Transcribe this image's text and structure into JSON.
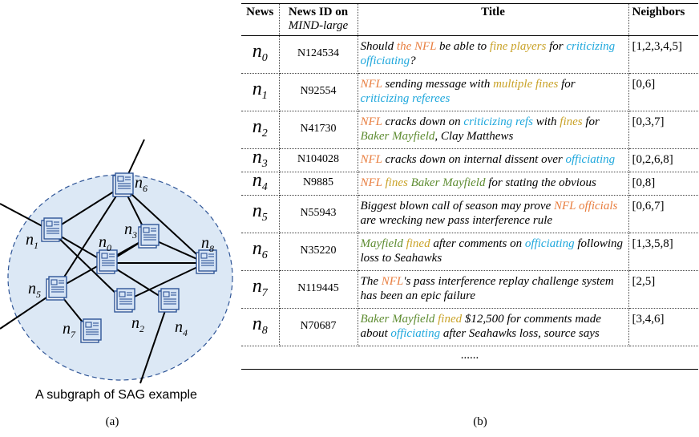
{
  "figure_a": {
    "caption": "A subgraph of SAG example",
    "panel_label": "(a)",
    "nodes": [
      {
        "id": "n6",
        "letter": "n",
        "sub": "6"
      },
      {
        "id": "n1",
        "letter": "n",
        "sub": "1"
      },
      {
        "id": "n3",
        "letter": "n",
        "sub": "3"
      },
      {
        "id": "n0",
        "letter": "n",
        "sub": "0"
      },
      {
        "id": "n8",
        "letter": "n",
        "sub": "8"
      },
      {
        "id": "n5",
        "letter": "n",
        "sub": "5"
      },
      {
        "id": "n2",
        "letter": "n",
        "sub": "2"
      },
      {
        "id": "n4",
        "letter": "n",
        "sub": "4"
      },
      {
        "id": "n7",
        "letter": "n",
        "sub": "7"
      }
    ],
    "edges": [
      [
        "n6",
        "n1"
      ],
      [
        "n6",
        "n3"
      ],
      [
        "n6",
        "n8"
      ],
      [
        "n6",
        "n5"
      ],
      [
        "n1",
        "n0"
      ],
      [
        "n1",
        "n2"
      ],
      [
        "n3",
        "n0"
      ],
      [
        "n3",
        "n8"
      ],
      [
        "n3",
        "n5"
      ],
      [
        "n0",
        "n8"
      ],
      [
        "n0",
        "n4"
      ],
      [
        "n8",
        "n2"
      ],
      [
        "n5",
        "n7"
      ]
    ]
  },
  "figure_b": {
    "panel_label": "(b)",
    "headers": {
      "news": "News",
      "news_id": "News ID on",
      "news_id_sub": "MIND-large",
      "title": "Title",
      "neighbors": "Neighbors"
    },
    "rows": [
      {
        "letter": "n",
        "sub": "0",
        "id": "N124534",
        "neighbors": "[1,2,3,4,5]",
        "title": [
          {
            "t": "Should "
          },
          {
            "t": "the NFL",
            "c": "or"
          },
          {
            "t": " be able to "
          },
          {
            "t": "fine players",
            "c": "ye"
          },
          {
            "t": " for "
          },
          {
            "t": "criticizing officiating",
            "c": "cy"
          },
          {
            "t": "?"
          }
        ]
      },
      {
        "letter": "n",
        "sub": "1",
        "id": "N92554",
        "neighbors": "[0,6]",
        "title": [
          {
            "t": "NFL",
            "c": "or"
          },
          {
            "t": " sending message with "
          },
          {
            "t": "multiple fines",
            "c": "ye"
          },
          {
            "t": " for "
          },
          {
            "t": "criticizing referees",
            "c": "cy"
          }
        ]
      },
      {
        "letter": "n",
        "sub": "2",
        "id": "N41730",
        "neighbors": "[0,3,7]",
        "title": [
          {
            "t": "NFL",
            "c": "or"
          },
          {
            "t": " cracks down on "
          },
          {
            "t": "criticizing refs",
            "c": "cy"
          },
          {
            "t": " with "
          },
          {
            "t": "fines",
            "c": "ye"
          },
          {
            "t": " for "
          },
          {
            "t": "Baker Mayfield",
            "c": "gr"
          },
          {
            "t": ", Clay Matthews"
          }
        ]
      },
      {
        "letter": "n",
        "sub": "3",
        "id": "N104028",
        "neighbors": "[0,2,6,8]",
        "title": [
          {
            "t": "NFL",
            "c": "or"
          },
          {
            "t": " cracks down on internal dissent over "
          },
          {
            "t": "officiating",
            "c": "cy"
          }
        ]
      },
      {
        "letter": "n",
        "sub": "4",
        "id": "N9885",
        "neighbors": "[0,8]",
        "title": [
          {
            "t": "NFL",
            "c": "or"
          },
          {
            "t": " "
          },
          {
            "t": "fines",
            "c": "ye"
          },
          {
            "t": " "
          },
          {
            "t": "Baker Mayfield",
            "c": "gr"
          },
          {
            "t": " for stating the obvious"
          }
        ]
      },
      {
        "letter": "n",
        "sub": "5",
        "id": "N55943",
        "neighbors": "[0,6,7]",
        "title": [
          {
            "t": "Biggest blown call of season may prove "
          },
          {
            "t": "NFL officials",
            "c": "or"
          },
          {
            "t": " are wrecking new pass interference rule"
          }
        ]
      },
      {
        "letter": "n",
        "sub": "6",
        "id": "N35220",
        "neighbors": "[1,3,5,8]",
        "title": [
          {
            "t": "Mayfield",
            "c": "gr"
          },
          {
            "t": " "
          },
          {
            "t": "fined",
            "c": "ye"
          },
          {
            "t": " after comments on "
          },
          {
            "t": "officiating",
            "c": "cy"
          },
          {
            "t": " following loss to Seahawks"
          }
        ]
      },
      {
        "letter": "n",
        "sub": "7",
        "id": "N119445",
        "neighbors": "[2,5]",
        "title": [
          {
            "t": "The "
          },
          {
            "t": "NFL",
            "c": "or"
          },
          {
            "t": "'s pass interference replay challenge system has been an epic failure"
          }
        ]
      },
      {
        "letter": "n",
        "sub": "8",
        "id": "N70687",
        "neighbors": "[3,4,6]",
        "title": [
          {
            "t": "Baker Mayfield",
            "c": "gr"
          },
          {
            "t": " "
          },
          {
            "t": "fined",
            "c": "ye"
          },
          {
            "t": " $12,500 for comments made about "
          },
          {
            "t": "officiating",
            "c": "cy"
          },
          {
            "t": " after Seahawks loss, source says"
          }
        ]
      }
    ],
    "ellipsis": "......"
  },
  "colors": {
    "entity_nfl": "#E87D3E",
    "entity_fine": "#C9A227",
    "entity_officiating": "#1EA7DC",
    "entity_mayfield": "#5E8C31",
    "node_fill": "#D6E4F5",
    "circle_fill": "#DCE8F5"
  }
}
